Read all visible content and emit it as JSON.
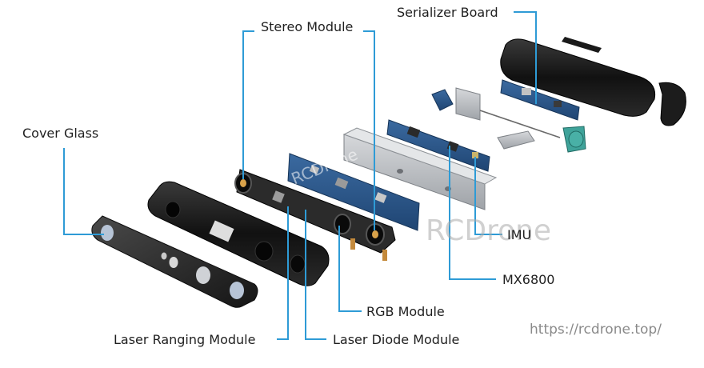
{
  "labels": {
    "stereo_module": "Stereo Module",
    "serializer_board": "Serializer Board",
    "cover_glass": "Cover Glass",
    "imu": "IMU",
    "mx6800": "MX6800",
    "rgb_module": "RGB Module",
    "laser_ranging_module": "Laser Ranging Module",
    "laser_diode_module": "Laser Diode Module"
  },
  "watermark": {
    "brand": "RCDrone",
    "url": "https://rcdrone.top/"
  },
  "colors": {
    "leader_line": "#2e9bd6",
    "pcb": "#2e5a8c",
    "housing": "#1b1b1b",
    "metal": "#b9bcc0",
    "connector": "#3fa39a"
  }
}
